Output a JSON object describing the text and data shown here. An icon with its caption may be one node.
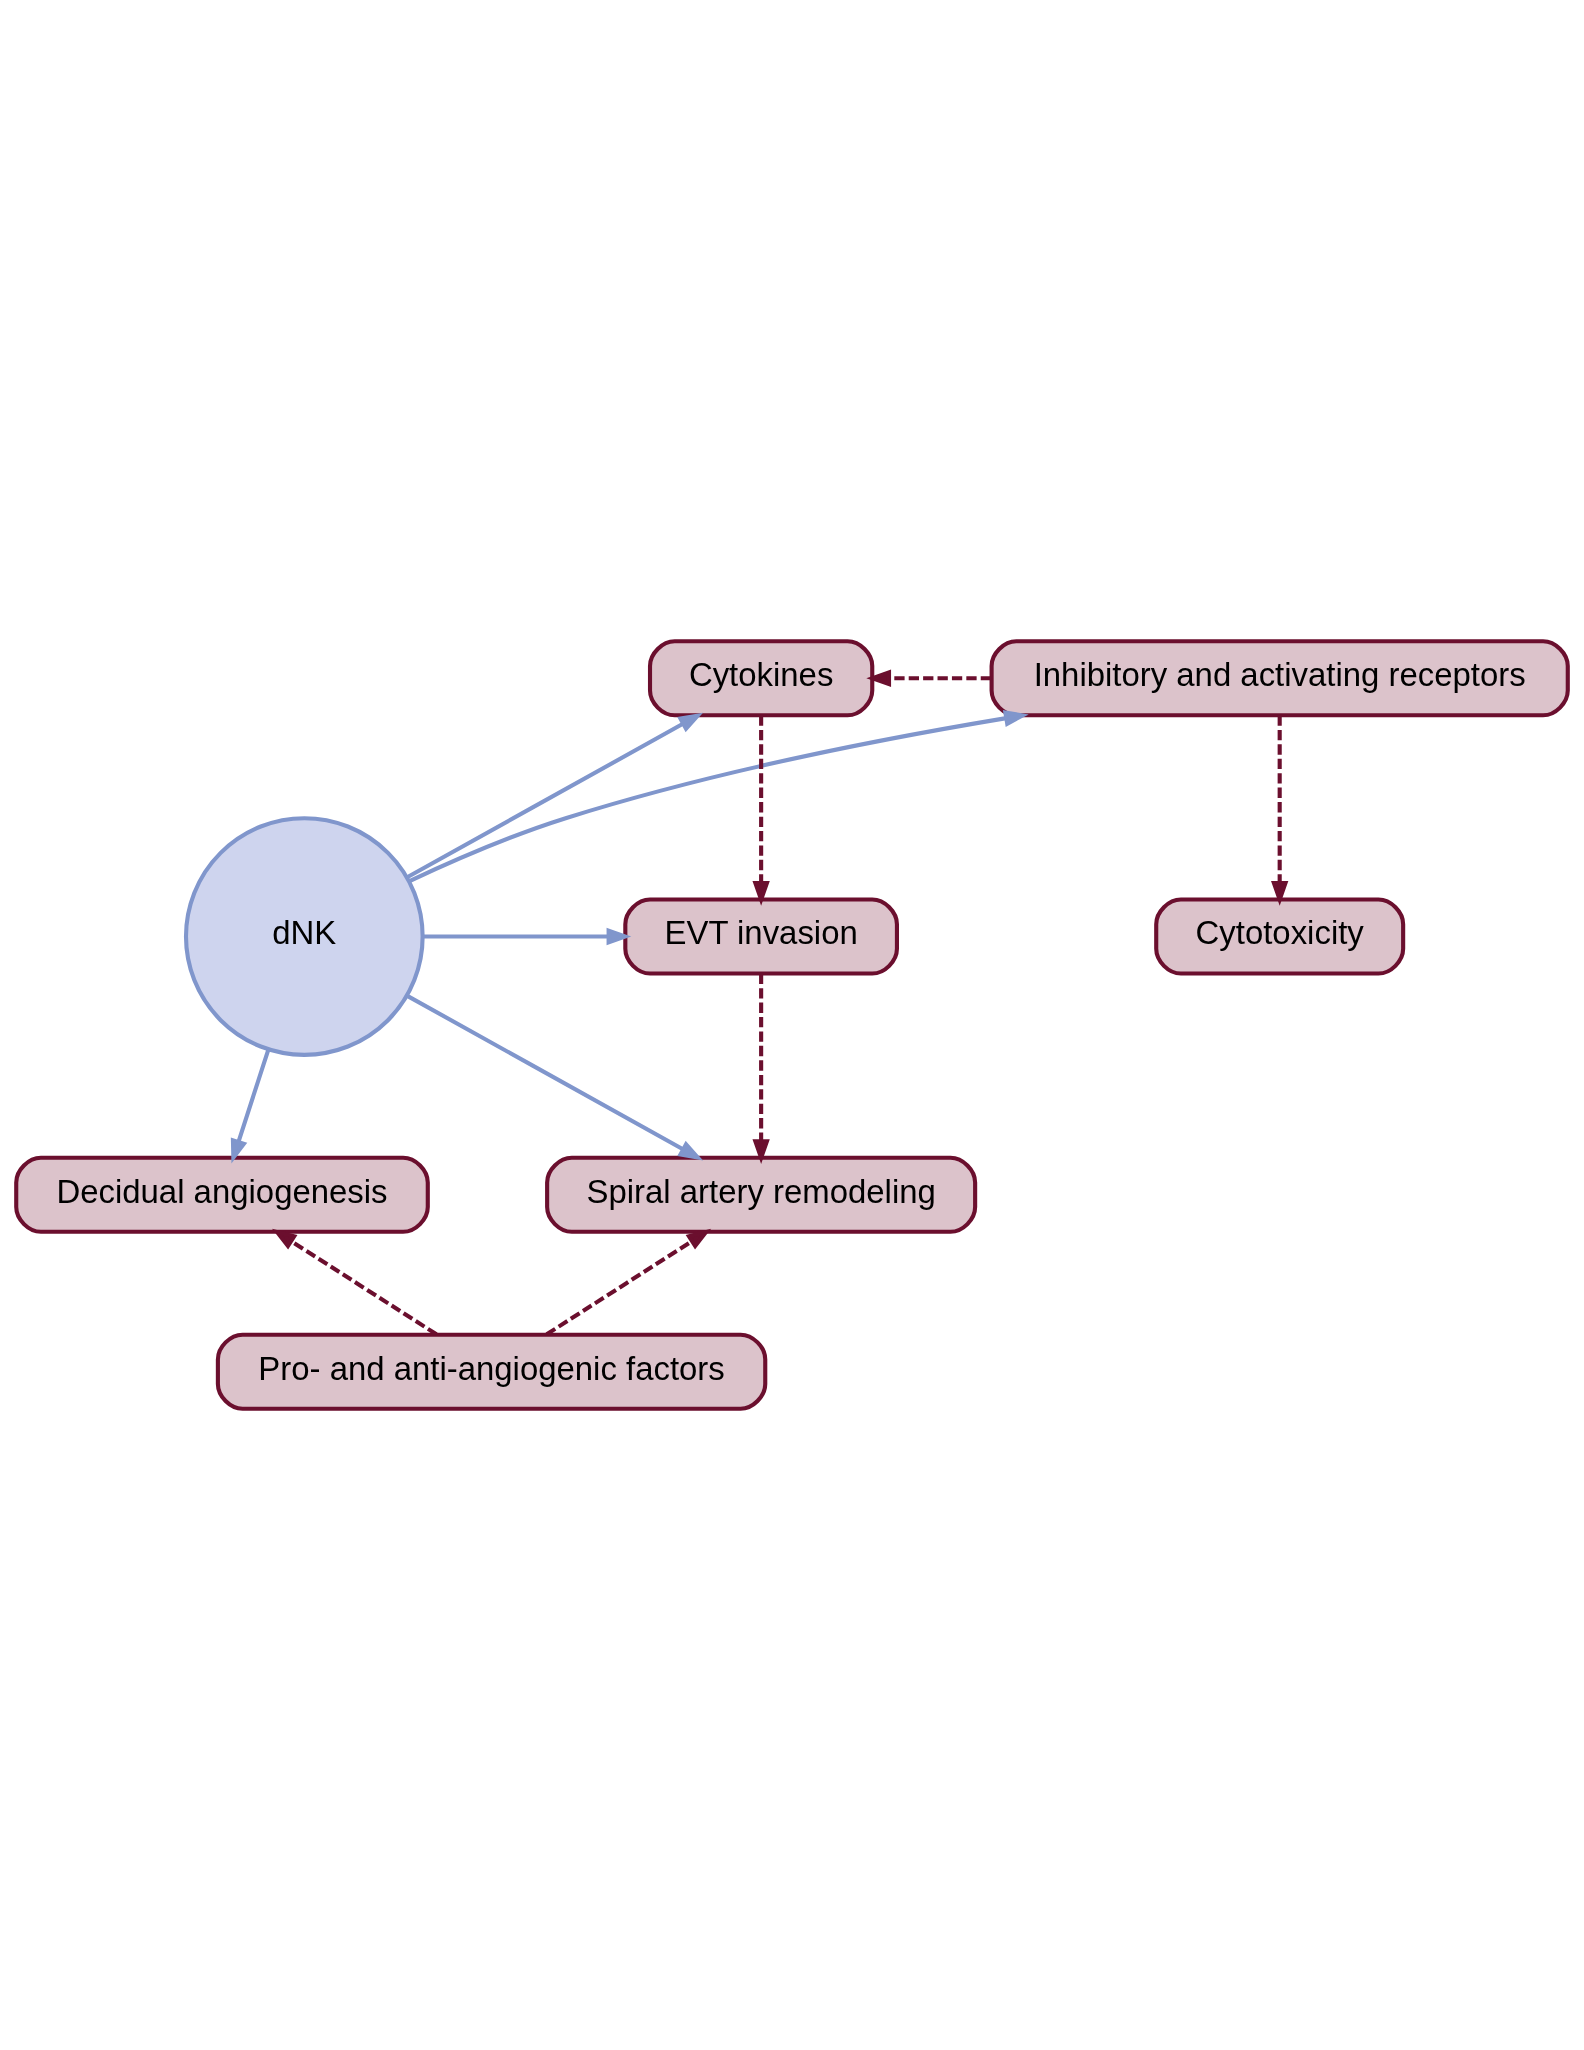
{
  "diagram": {
    "nodes": [
      {
        "text": [
          "dNK"
        ]
      },
      {
        "text": [
          "Inhibitory and activating receptors"
        ]
      },
      {
        "text": [
          "Cytokines"
        ]
      },
      {
        "text": [
          "Cytotoxicity"
        ]
      },
      {
        "text": [
          "EVT invasion"
        ]
      },
      {
        "text": [
          "Decidual angiogenesis"
        ]
      },
      {
        "text": [
          "Spiral artery remodeling"
        ]
      },
      {
        "text": [
          "Pro- and anti-angiogenic factors"
        ]
      }
    ],
    "edges": [
      {
        "from": 1,
        "to": 2,
        "arrow": "to",
        "style": "dashed"
      },
      {
        "from": 0,
        "to": 1,
        "arrow": "to",
        "color": "#8096cc"
      },
      {
        "from": 0,
        "to": 2,
        "arrow": "to",
        "color": "#8096cc"
      },
      {
        "from": 1,
        "to": 3,
        "arrow": "to",
        "style": "dashed"
      },
      {
        "from": 2,
        "to": 4,
        "arrow": "to",
        "style": "dashed"
      },
      {
        "from": 0,
        "to": 4,
        "arrow": "to",
        "color": "#8096cc"
      },
      {
        "from": 0,
        "to": 5,
        "arrow": "to",
        "color": "#8096cc"
      },
      {
        "from": 0,
        "to": 6,
        "arrow": "to",
        "color": "#8096cc"
      },
      {
        "from": 4,
        "to": 6,
        "arrow": "to",
        "style": "dashed"
      },
      {
        "from": 7,
        "to": 5,
        "arrow": "to",
        "style": "dashed"
      },
      {
        "from": 7,
        "to": 6,
        "arrow": "to",
        "style": "dashed"
      }
    ]
  }
}
